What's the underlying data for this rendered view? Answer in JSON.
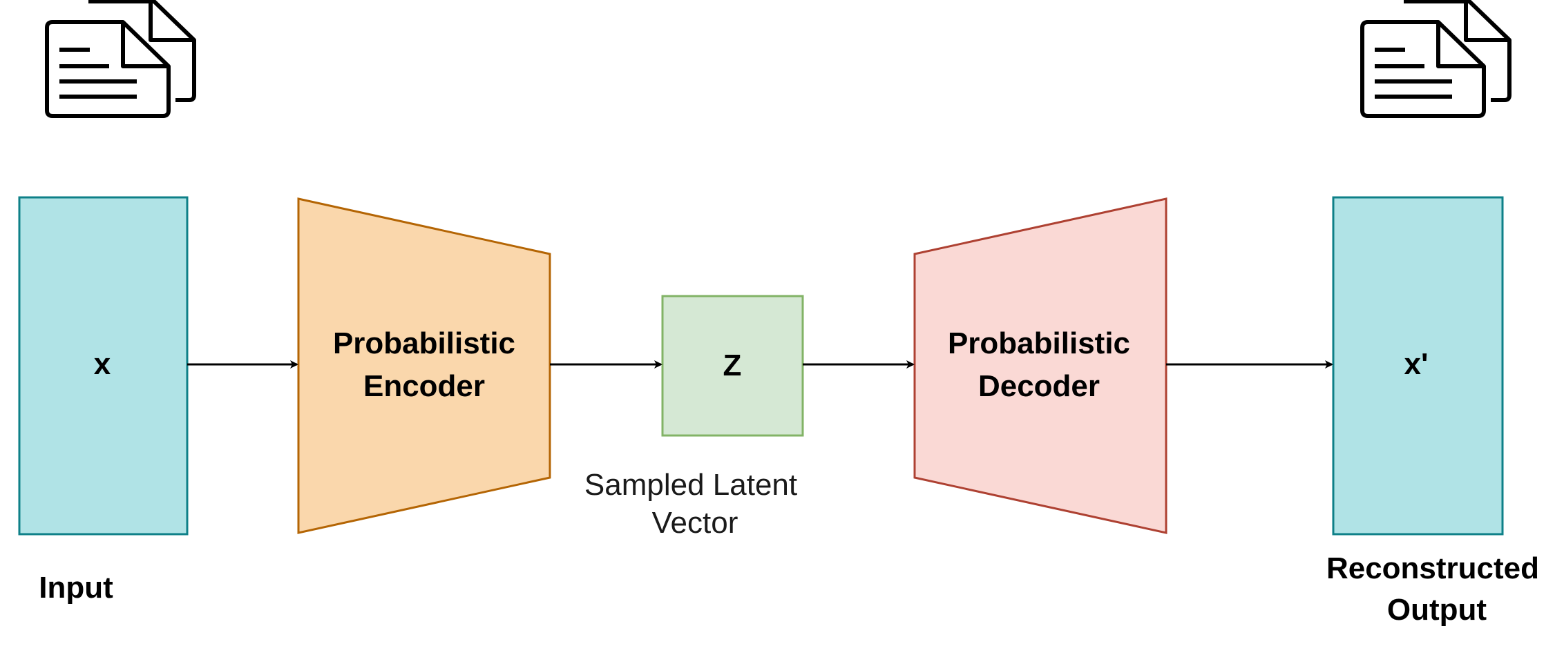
{
  "diagram": {
    "input_box_label": "x",
    "input_caption": "Input",
    "encoder_line1": "Probabilistic",
    "encoder_line2": "Encoder",
    "latent_label": "Z",
    "latent_caption_line1": "Sampled Latent",
    "latent_caption_line2": "Vector",
    "decoder_line1": "Probabilistic",
    "decoder_line2": "Decoder",
    "output_box_label": "x'",
    "output_caption_line1": "Reconstructed",
    "output_caption_line2": "Output"
  },
  "icons": {
    "input_icon": "documents-icon",
    "output_icon": "documents-icon"
  },
  "colors": {
    "data_box_fill": "#b0e3e6",
    "data_box_stroke": "#0e8088",
    "encoder_fill": "#fad7ac",
    "encoder_stroke": "#b46504",
    "latent_fill": "#d5e8d4",
    "latent_stroke": "#82b366",
    "decoder_fill": "#fad9d5",
    "decoder_stroke": "#ae4132"
  }
}
